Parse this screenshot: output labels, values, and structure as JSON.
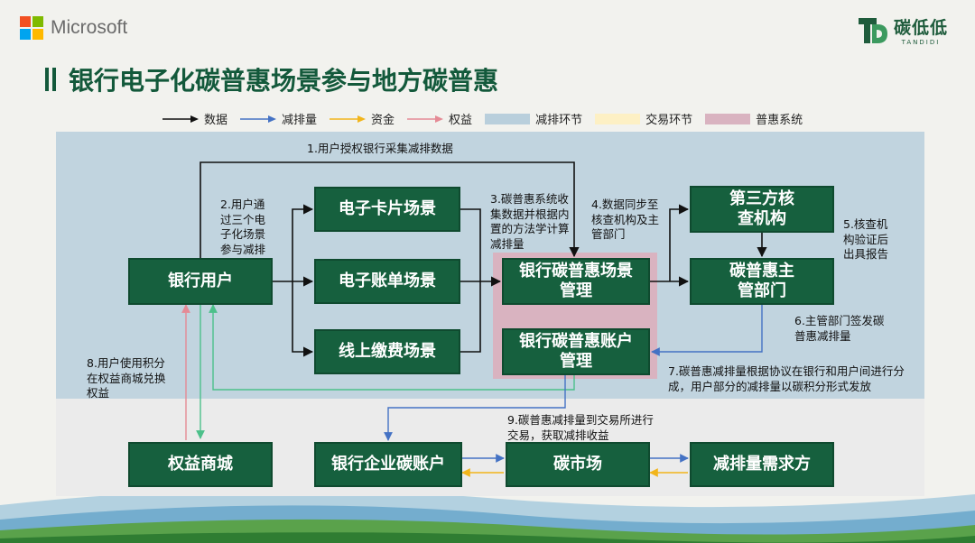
{
  "header": {
    "ms_logo_text": "Microsoft",
    "brand_cn": "碳低低",
    "brand_en": "TANDIDI",
    "title": "银行电子化碳普惠场景参与地方碳普惠"
  },
  "legend": {
    "data": "数据",
    "reduction": "减排量",
    "capital": "资金",
    "rights": "权益",
    "reduction_stage": "减排环节",
    "trading_stage": "交易环节",
    "puhui_system": "普惠系统"
  },
  "colors": {
    "data": "#111111",
    "reduction": "#4472c4",
    "capital": "#f2b51b",
    "rights": "#e58a95",
    "reduction_stage": "#b9cfdc",
    "trading_stage": "#fdf0c4",
    "puhui_system": "#d9b3c0",
    "box": "#16603e",
    "green_arrow": "#4cc08a"
  },
  "boxes": {
    "bank_user": "银行用户",
    "card": "电子卡片场景",
    "bill": "电子账单场景",
    "payment": "线上缴费场景",
    "puhui_scene": "银行碳普惠场景管理",
    "puhui_account": "银行碳普惠账户管理",
    "third_party": "第三方核查机构",
    "authority": "碳普惠主管部门",
    "mall": "权益商城",
    "corp_account": "银行企业碳账户",
    "market": "碳市场",
    "demand": "减排量需求方"
  },
  "labels": {
    "s1": "1.用户授权银行采集减排数据",
    "s2": "2.用户通过三个电子化场景参与减排",
    "s3": "3.碳普惠系统收集数据并根据内置的方法学计算减排量",
    "s4": "4.数据同步至核查机构及主管部门",
    "s5": "5.核查机构验证后出具报告",
    "s6": "6.主管部门签发碳普惠减排量",
    "s7": "7.碳普惠减排量根据协议在银行和用户间进行分成，用户部分的减排量以碳积分形式发放",
    "s8": "8.用户使用积分在权益商城兑换权益",
    "s9": "9.碳普惠减排量到交易所进行交易，获取减排收益"
  }
}
